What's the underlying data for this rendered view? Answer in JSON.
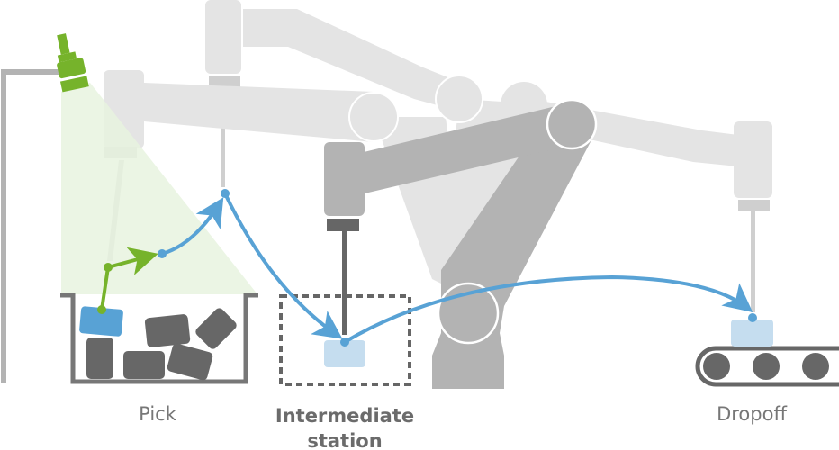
{
  "labels": {
    "pick": "Pick",
    "intermediate_line1": "Intermediate",
    "intermediate_line2": "station",
    "dropoff": "Dropoff"
  },
  "colors": {
    "path_blue": "#58a2d5",
    "camera_green": "#76b32b",
    "light_cone": "#e8f3df",
    "robot_active": "#b3b3b3",
    "robot_ghost": "#e4e4e4",
    "part_dark": "#676767",
    "part_light_blue": "#c5ddef"
  }
}
